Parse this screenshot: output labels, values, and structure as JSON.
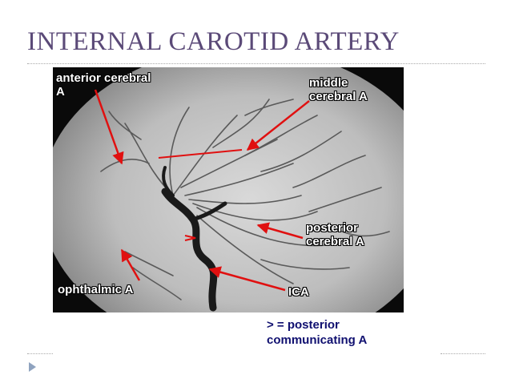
{
  "slide": {
    "title": "INTERNAL CAROTID ARTERY"
  },
  "image": {
    "labels": {
      "anterior_cerebral_line1": "anterior cerebral",
      "anterior_cerebral_line2": "A",
      "middle_cerebral_line1": "middle",
      "middle_cerebral_line2": "cerebral A",
      "posterior_cerebral_line1": "posterior",
      "posterior_cerebral_line2": "cerebral A",
      "ophthalmic": "ophthalmic A",
      "ica": "ICA"
    },
    "arrow_color": "#e01010"
  },
  "caption": {
    "line1": "> = posterior",
    "line2": "communicating A"
  }
}
